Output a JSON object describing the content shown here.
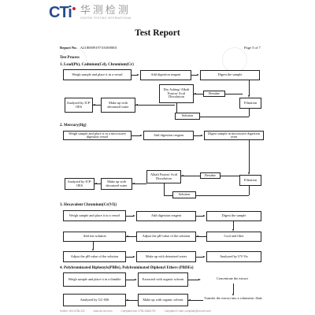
{
  "header": {
    "logo_text": "CTi",
    "company_cn": "华测检测",
    "company_en": "CENTRE TESTING INTERNATIONAL"
  },
  "report": {
    "title": "Test Report",
    "report_no_label": "Report No.",
    "report_no": "A2180009197101000001",
    "page": "Page 5 of 7",
    "process_heading": "Test Process"
  },
  "sections": {
    "s1": {
      "title": "1.    Lead(Pb), Cadmium(Cd), Chromium(Cr)",
      "weigh": "Weigh sample and place it in a vessel",
      "add": "Add digestion reagent",
      "digest": "Digest the sample",
      "dry": "Dry Ashing/ Alkali Fusion/ Acid Dissolution",
      "residue": "Residue",
      "filtration": "Filtration",
      "solution": "Solution",
      "makeup": "Make up with deionized water",
      "analyzed": "Analyzed by ICP-OES"
    },
    "s2": {
      "title": "2.    Mercury(Hg)",
      "weigh": "Weigh sample and place it in a microwave digestion vessel",
      "add": "Add digestion reagent",
      "digest": "Digest sample in microwave digestion oven",
      "fusion": "Alkali Fusion/ Acid Dissolution",
      "residue": "Residue",
      "filtration": "Filtration",
      "solution": "Solution",
      "makeup": "Make up with deionized water",
      "analyzed": "Analyzed by ICP-OES"
    },
    "s3": {
      "title": "3.    Hexavalent Chromium(Cr(VI))",
      "weigh": "Weigh sample and place it in a vessel",
      "add": "Add digestion reagent",
      "digest": "Digest the sample",
      "add_test": "Add test solution",
      "adjust1": "Adjust the pH value of the solution",
      "cool": "Cool and filter",
      "adjust2": "Adjust the pH value of the solution",
      "makeup": "Make up with deionized water",
      "analyzed": "Analyzed by UV-Vis"
    },
    "s4": {
      "title": "4.    Polybrominated Biphenyls(PBBs), Polybrominated Diphenyl Ethers (PBDEs)",
      "weigh": "Weigh sample and place it in a thimble",
      "extracted": "Extracted with organic solvent",
      "concentrate": "Concentrate the extract",
      "transfer": "Transfer the extract into a volumetric flask",
      "makeup": "Make up with organic solvent",
      "analyzed": "Analyzed by GC-MS"
    }
  },
  "footer": {
    "hotline": "Hotline: 400-6788-333",
    "web": "www.cti-cert.com",
    "complaint_call": "Complaint call: 0755-33681700",
    "complaint_email": "Complaint E-mail: complaint@cti-cert.com"
  },
  "colors": {
    "logo_blue": "#2a4a8f",
    "logo_red": "#d0202a",
    "cn_text": "#9a9a9a"
  }
}
